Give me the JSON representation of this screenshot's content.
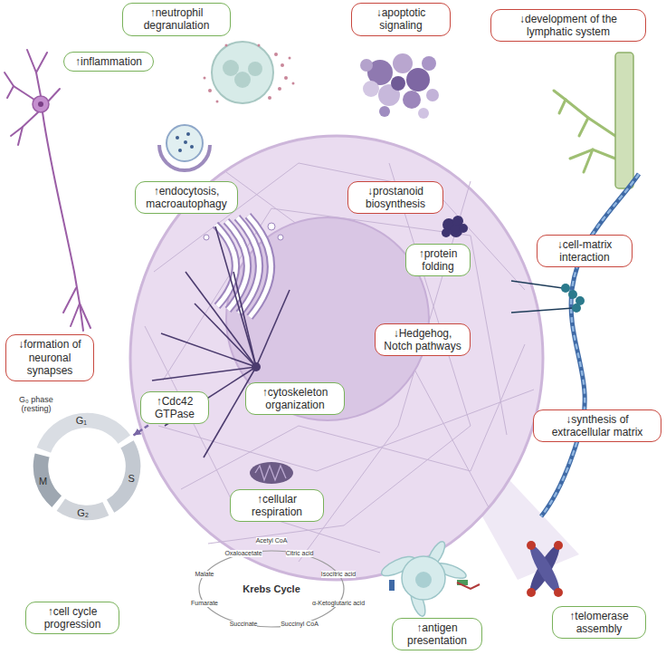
{
  "diagram": {
    "nodes": [
      {
        "text": [
          "↑neutrophil degranulation"
        ]
      },
      {
        "text": [
          "↓apoptotic signaling"
        ]
      },
      {
        "text": [
          "↓development of the lymphatic system"
        ]
      },
      {
        "text": [
          "↑inflammation"
        ]
      },
      {
        "text": [
          "↑endocytosis, macroautophagy"
        ]
      },
      {
        "text": [
          "↓prostanoid biosynthesis"
        ]
      },
      {
        "text": [
          "↓cell-matrix interaction"
        ]
      },
      {
        "text": [
          "↑protein folding"
        ]
      },
      {
        "text": [
          "↓Hedgehog, Notch pathways"
        ]
      },
      {
        "text": [
          "↓formation of neuronal synapses"
        ]
      },
      {
        "text": [
          "↑cytoskeleton organization"
        ]
      },
      {
        "text": [
          "↑Cdc42 GTPase"
        ]
      },
      {
        "text": [
          "↓synthesis of extracellular matrix"
        ]
      },
      {
        "text": [
          "G₁",
          "S",
          "G₂",
          "M"
        ]
      },
      {
        "text": [
          "↑cellular respiration"
        ]
      },
      {
        "text": [
          "↑cell cycle progression"
        ]
      },
      {
        "text": [
          "↑antigen presentation"
        ]
      },
      {
        "text": [
          "↑telomerase assembly"
        ]
      }
    ],
    "edges": [
      {
        "from": 11,
        "to": 13,
        "arrow": "to"
      }
    ],
    "labels": [
      "G₀ phase (resting)",
      "Krebs Cycle",
      "Acetyl CoA",
      "Citric acid",
      "Isocitric acid",
      "α-Ketoglutaric acid",
      "Succinyl CoA",
      "Succinate",
      "Fumarate",
      "Malate",
      "Oxaloacetate"
    ]
  }
}
